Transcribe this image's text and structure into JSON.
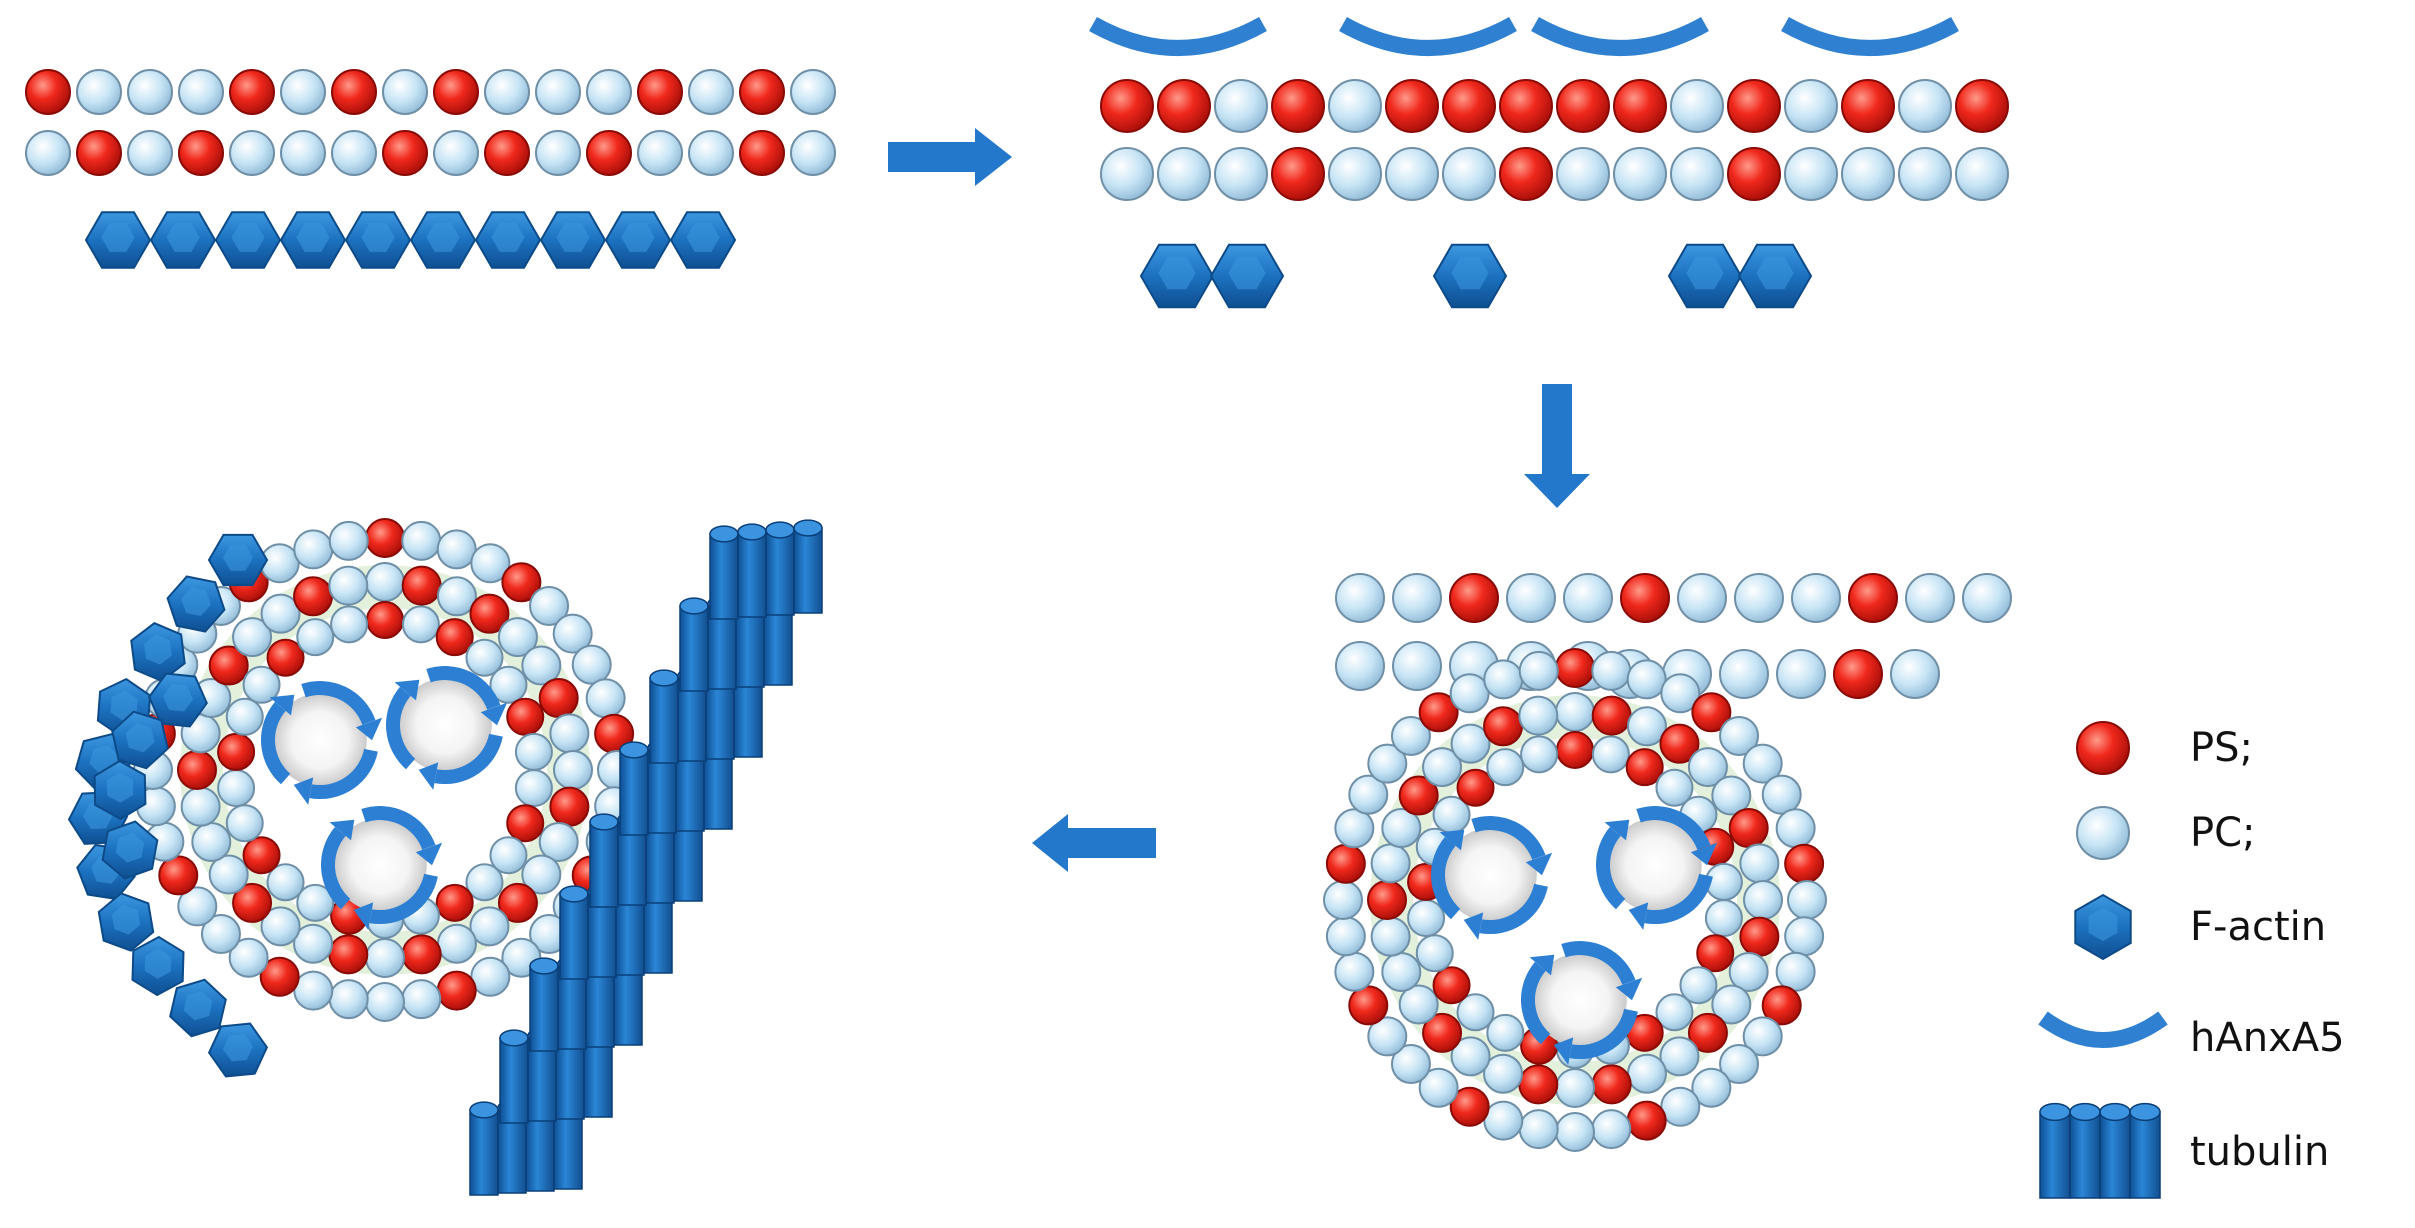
{
  "legend": {
    "items": [
      {
        "key": "ps",
        "label": "PS;"
      },
      {
        "key": "pc",
        "label": "PC;"
      },
      {
        "key": "factin",
        "label": "F-actin"
      },
      {
        "key": "anx",
        "label": "hAnxA5"
      },
      {
        "key": "tubulin",
        "label": "tubulin"
      }
    ]
  },
  "colors": {
    "ps": "#e8261c",
    "pc": "#c9e6f6",
    "factin": "#1f74c2",
    "anx": "#2f80d0",
    "tubulin": "#1f6fc4",
    "arrow": "#2378cc",
    "cytoplasm": "#e3f1dc"
  },
  "panels": {
    "p1": {
      "row1": "RPPPRPRPRPPPRPRP",
      "row2": "PRPRPPPRPRPRPPRP",
      "actin_count": 10
    },
    "p2": {
      "row1": "RRPRPRRRRRPRPRPR",
      "row2": "PPPRPPPRPPPRPPPP",
      "annexin_count": 4,
      "actin_groups": [
        2,
        1,
        2
      ]
    },
    "p3": {
      "row1": "PPRPPRPPPRPP",
      "row2a": "PPPPP",
      "row2b": "PPPPRP"
    },
    "p4": {
      "tubulin_rows": 9,
      "actin_count": 15
    }
  }
}
